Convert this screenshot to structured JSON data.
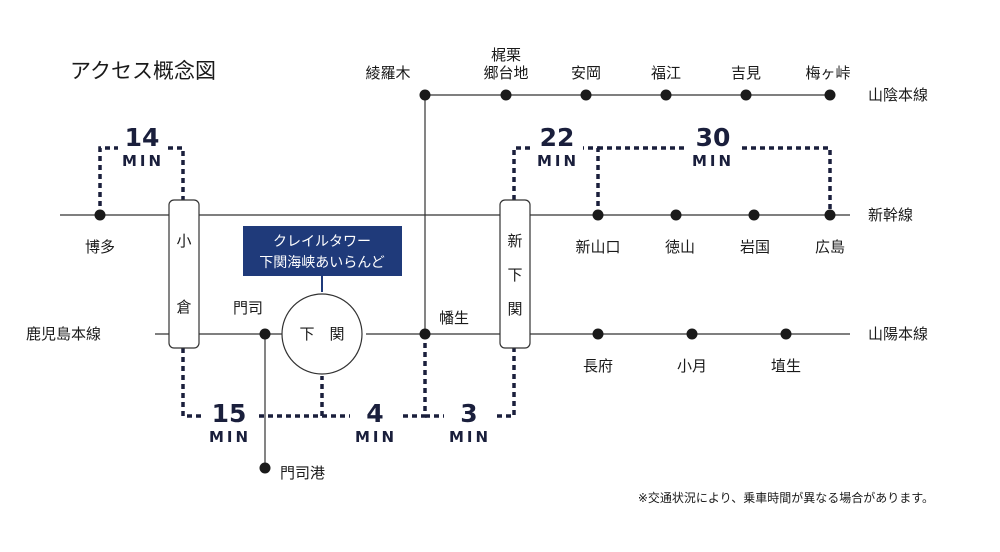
{
  "title": "アクセス概念図",
  "lines": {
    "sanin": "山陰本線",
    "shinkansen": "新幹線",
    "sanyo": "山陽本線",
    "kagoshima": "鹿児島本線"
  },
  "stations": {
    "ayaragi": "綾羅木",
    "kajikuri_1": "梶栗",
    "kajikuri_2": "郷台地",
    "yasuoka": "安岡",
    "fukue": "福江",
    "yoshimi": "吉見",
    "umegatou": "梅ヶ峠",
    "hakata": "博多",
    "shinyamaguchi": "新山口",
    "tokuyama": "徳山",
    "iwakuni": "岩国",
    "hiroshima": "広島",
    "moji": "門司",
    "hatabu": "幡生",
    "chofu": "長府",
    "ozuki": "小月",
    "habu": "埴生",
    "mojiko": "門司港",
    "kokura": [
      "小",
      "倉"
    ],
    "shimonoseki": "下　関",
    "shinshimonoseki": [
      "新",
      "下",
      "関"
    ]
  },
  "destination": {
    "line1": "クレイルタワー",
    "line2": "下関海峡あいらんど",
    "color": "#1f3a7a"
  },
  "times": {
    "t14": "14",
    "t22": "22",
    "t30": "30",
    "t15": "15",
    "t4": "4",
    "t3": "3",
    "unit": "MIN"
  },
  "colors": {
    "line": "#333333",
    "dot": "#1a1a1a",
    "dotted": "#1a1f3c"
  },
  "note": "※交通状況により、乗車時間が異なる場合があります。"
}
